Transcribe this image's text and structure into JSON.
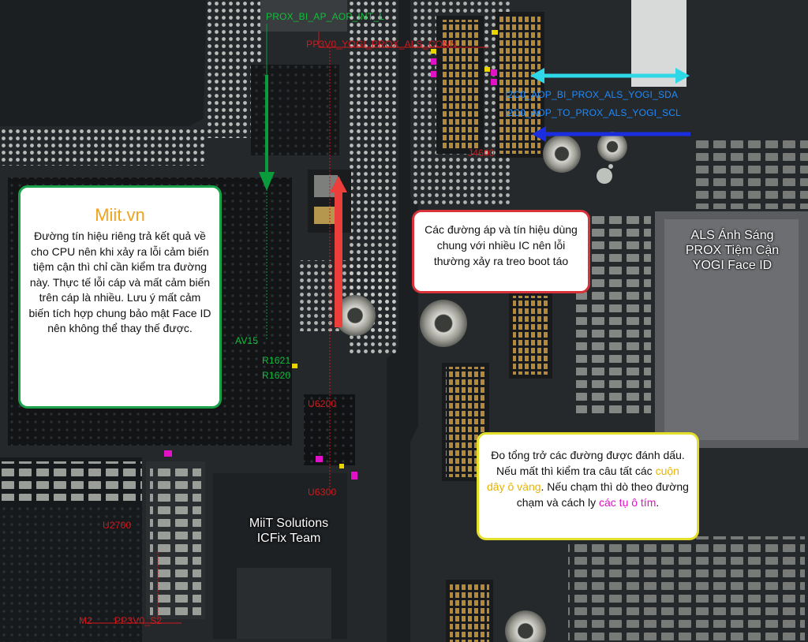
{
  "nets": {
    "prox_int": "PROX_BI_AP_AOP_INT_L",
    "pp3v0_conn": "PP3V0_YOGI_PROX_ALS_CONN",
    "i2c_sda": "I2C0_AOP_BI_PROX_ALS_YOGI_SDA",
    "i2c_scl": "I2C0_AOP_TO_PROX_ALS_YOGI_SCL",
    "pp3v0_s2": "PP3V0_S2"
  },
  "components": {
    "j4600": "J4600",
    "av15": "AV15",
    "r1621": "R1621",
    "r1620": "R1620",
    "u6200": "U6200",
    "u6300": "U6300",
    "u2700": "U2700",
    "m2": "M2"
  },
  "boxes": {
    "left": {
      "brand": "Miit.vn",
      "text": "Đường tín hiệu riêng trả kết quả về cho CPU nên khi xảy ra lỗi cảm biến tiệm cận thì chỉ cần kiểm tra đường này. Thực tế lỗi cáp và mất cảm biến trên cáp là nhiều. Lưu ý mất cảm biến tích hợp chung bảo mật Face ID nên không thể thay thế được."
    },
    "middle": {
      "text": "Các đường áp và tín hiệu dùng chung với nhiều IC nên lỗi thường xảy ra treo boot táo"
    },
    "bottom_right": {
      "text_a": "Đo tổng trở các đường được đánh dấu. Nếu mất thì kiểm tra câu tất các ",
      "yellow": "cuộn dây ô vàng",
      "text_b": ". Nếu chạm thì dò theo đường chạm và cách ly ",
      "purple": "các tụ ô tím",
      "text_c": "."
    }
  },
  "captions": {
    "sensor_line1": "ALS Ánh Sáng",
    "sensor_line2": "PROX Tiệm Cận",
    "sensor_line3": "YOGI Face ID",
    "team_line1": "MiiT Solutions",
    "team_line2": "ICFix Team"
  },
  "colors": {
    "green_signal": "#0a9b3c",
    "red_power": "#e8332f",
    "cyan_sda": "#2fd8e6",
    "blue_scl": "#1a2ee0",
    "yellow_coil": "#e7d400",
    "purple_cap": "#e011c6",
    "box_green_border": "#1aa34a",
    "box_red_border": "#d8323a",
    "box_yellow_border": "#e4df2a"
  }
}
